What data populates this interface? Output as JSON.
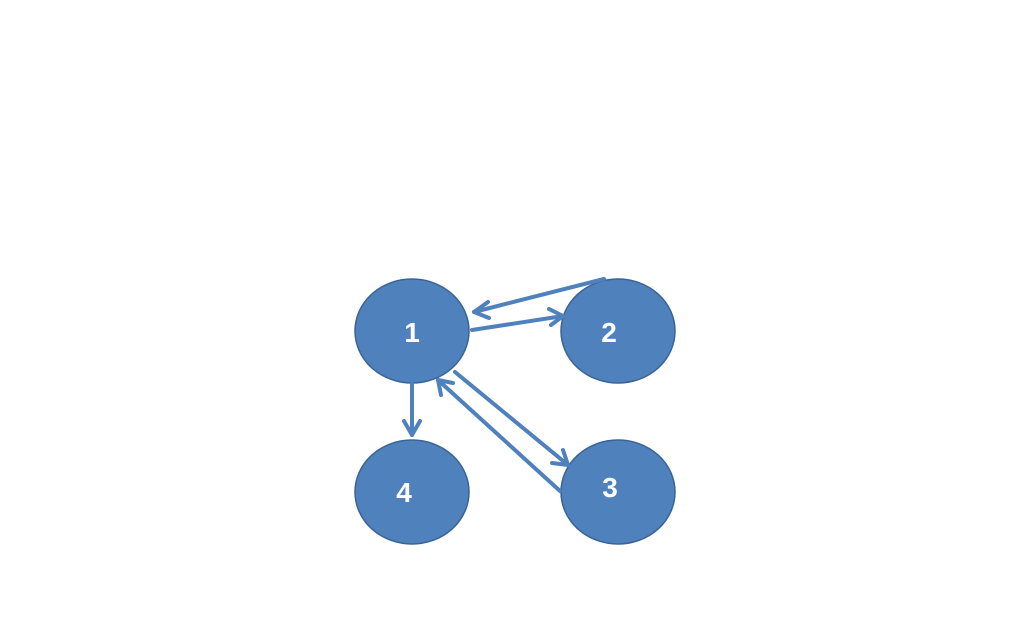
{
  "diagram": {
    "nodes": [
      {
        "id": "1",
        "label": "1"
      },
      {
        "id": "2",
        "label": "2"
      },
      {
        "id": "3",
        "label": "3"
      },
      {
        "id": "4",
        "label": "4"
      }
    ],
    "edges": [
      {
        "from": "2",
        "to": "1"
      },
      {
        "from": "1",
        "to": "2"
      },
      {
        "from": "1",
        "to": "3"
      },
      {
        "from": "3",
        "to": "1"
      },
      {
        "from": "1",
        "to": "4"
      }
    ],
    "colors": {
      "node_fill": "#4F81BD",
      "node_stroke": "#3A6496",
      "edge": "#4F81BD",
      "label": "#FFFFFF"
    }
  }
}
